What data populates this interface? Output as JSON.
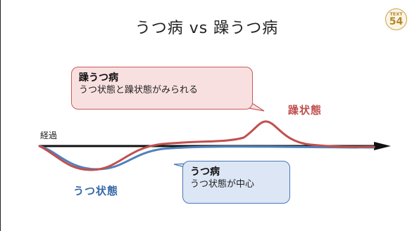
{
  "slide": {
    "title": "うつ病 vs 躁うつ病",
    "badge": {
      "label": "TEXT",
      "number": "54"
    }
  },
  "diagram": {
    "axis_label": "経過",
    "manic_callout": {
      "title": "躁うつ病",
      "description": "うつ状態と躁状態がみられる"
    },
    "depression_callout": {
      "title": "うつ病",
      "description": "うつ状態が中心"
    },
    "manic_curve_label": "躁状態",
    "depression_curve_label": "うつ状態",
    "colors": {
      "manic": "#c0504d",
      "depression": "#4f81bd",
      "axis": "#111111",
      "manic_callout_fill": "#f9e0e0",
      "depression_callout_fill": "#dce6f4",
      "badge": "#c9a24a"
    }
  }
}
